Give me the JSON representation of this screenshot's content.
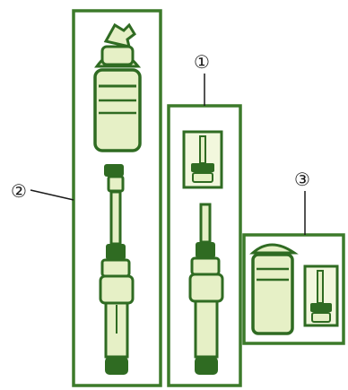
{
  "callouts": [
    {
      "id": "1",
      "symbol": "①"
    },
    {
      "id": "2",
      "symbol": "②"
    },
    {
      "id": "3",
      "symbol": "③"
    }
  ],
  "colors": {
    "frame": "#3c7a2a",
    "ink": "#2f6b22",
    "body_fill": "#e6f0c6",
    "light_fill": "#f2f7dd",
    "background": "#ffffff",
    "text": "#1a1a1a"
  }
}
